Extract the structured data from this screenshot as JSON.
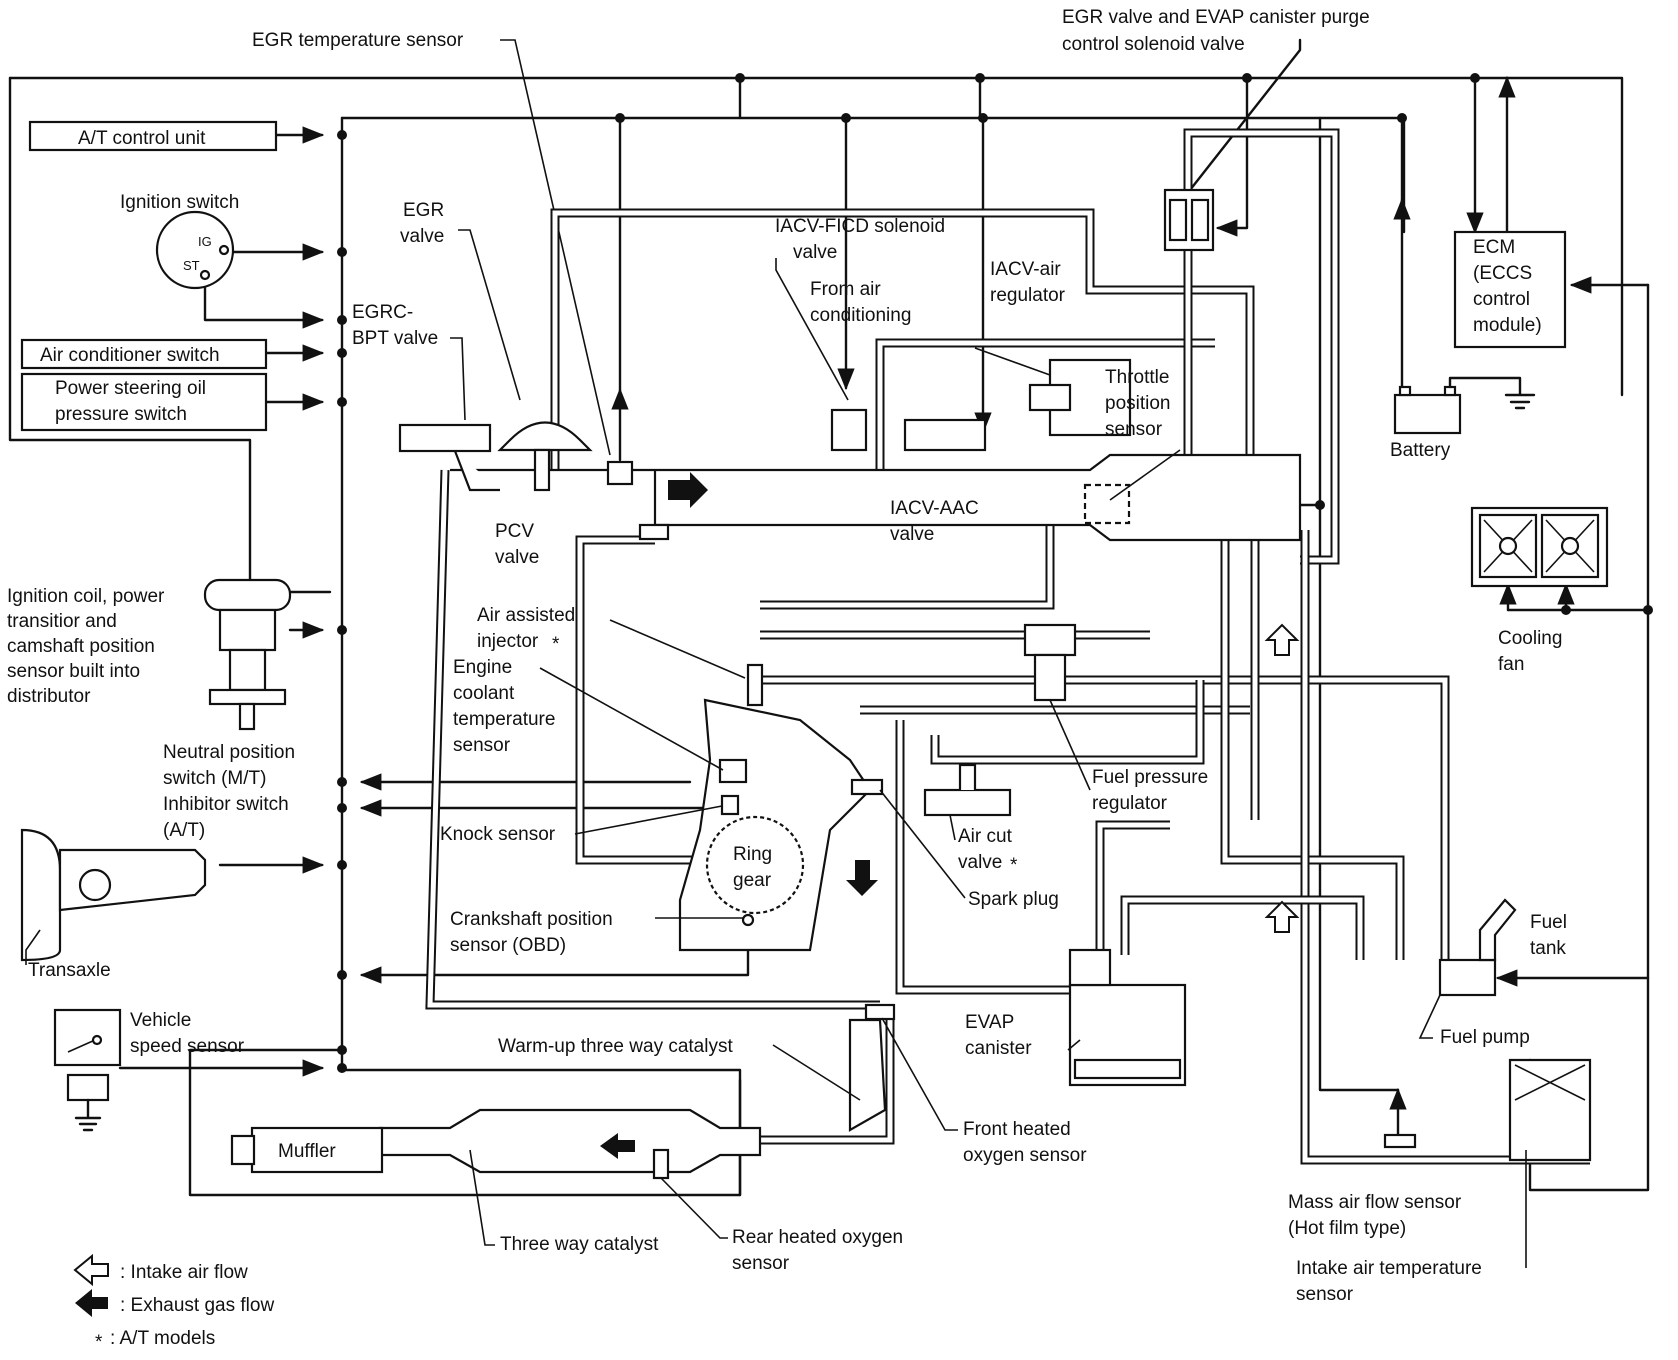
{
  "labels": {
    "egr_temp_sensor": "EGR temperature sensor",
    "egr_purge_line1": "EGR valve and EVAP canister purge",
    "egr_purge_line2": "control solenoid valve",
    "at_control_unit": "A/T control unit",
    "ignition_switch": "Ignition switch",
    "ig": "IG",
    "st": "ST",
    "egr_valve_1": "EGR",
    "egr_valve_2": "valve",
    "egrc_bpt_1": "EGRC-",
    "egrc_bpt_2": "BPT valve",
    "air_conditioner_switch": "Air conditioner switch",
    "ps_switch_1": "Power steering oil",
    "ps_switch_2": "pressure switch",
    "iacv_ficd_1": "IACV-FICD solenoid",
    "iacv_ficd_2": "valve",
    "from_ac_1": "From air",
    "from_ac_2": "conditioning",
    "iacv_air_reg_1": "IACV-air",
    "iacv_air_reg_2": "regulator",
    "throttle_1": "Throttle",
    "throttle_2": "position",
    "throttle_3": "sensor",
    "ecm_1": "ECM",
    "ecm_2": "(ECCS",
    "ecm_3": "control",
    "ecm_4": "module)",
    "battery": "Battery",
    "iacv_aac_1": "IACV-AAC",
    "iacv_aac_2": "valve",
    "pcv_1": "PCV",
    "pcv_2": "valve",
    "ign_coil_1": "Ignition coil, power",
    "ign_coil_2": "transitior and",
    "ign_coil_3": "camshaft position",
    "ign_coil_4": "sensor built into",
    "ign_coil_5": "distributor",
    "air_inj_1": "Air assisted",
    "air_inj_2": "injector",
    "coolant_1": "Engine",
    "coolant_2": "coolant",
    "coolant_3": "temperature",
    "coolant_4": "sensor",
    "cooling_fan_1": "Cooling",
    "cooling_fan_2": "fan",
    "neutral_1": "Neutral position",
    "neutral_2": "switch (M/T)",
    "neutral_3": "Inhibitor switch",
    "neutral_4": "(A/T)",
    "fuel_press_1": "Fuel pressure",
    "fuel_press_2": "regulator",
    "knock_sensor": "Knock sensor",
    "ring_1": "Ring",
    "ring_2": "gear",
    "air_cut_1": "Air cut",
    "air_cut_2": "valve",
    "spark_plug": "Spark plug",
    "fuel_tank_1": "Fuel",
    "fuel_tank_2": "tank",
    "transaxle": "Transaxle",
    "crank_1": "Crankshaft position",
    "crank_2": "sensor (OBD)",
    "vss_1": "Vehicle",
    "vss_2": "speed sensor",
    "evap_1": "EVAP",
    "evap_2": "canister",
    "fuel_pump": "Fuel pump",
    "warmup_cat": "Warm-up three way catalyst",
    "muffler": "Muffler",
    "front_o2_1": "Front heated",
    "front_o2_2": "oxygen sensor",
    "maf_1": "Mass air flow sensor",
    "maf_2": "(Hot film type)",
    "three_way_cat": "Three way catalyst",
    "rear_o2_1": "Rear heated oxygen",
    "rear_o2_2": "sensor",
    "iat_1": "Intake air temperature",
    "iat_2": "sensor",
    "star": "*"
  },
  "legend": {
    "intake": ": Intake air flow",
    "exhaust": ": Exhaust gas flow",
    "at_models": ": A/T models",
    "star": "*"
  },
  "icons": {
    "intake": "hollow-arrow-icon",
    "exhaust": "solid-arrow-icon"
  },
  "colors": {
    "ink": "#111111",
    "paper": "#ffffff"
  }
}
